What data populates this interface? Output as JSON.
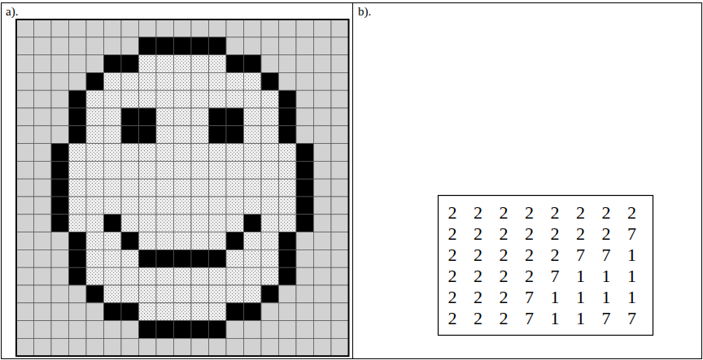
{
  "diagram": {
    "labels": [
      "a).",
      "b).",
      "2",
      "2",
      "2",
      "2",
      "2",
      "2",
      "2",
      "2",
      "2",
      "2",
      "2",
      "2",
      "2",
      "2",
      "2",
      "7",
      "2",
      "2",
      "2",
      "2",
      "2",
      "7",
      "7",
      "1",
      "2",
      "2",
      "2",
      "2",
      "7",
      "1",
      "1",
      "1",
      "2",
      "2",
      "2",
      "7",
      "1",
      "1",
      "1",
      "1",
      "2",
      "2",
      "2",
      "7",
      "1",
      "1",
      "7",
      "7"
    ]
  }
}
